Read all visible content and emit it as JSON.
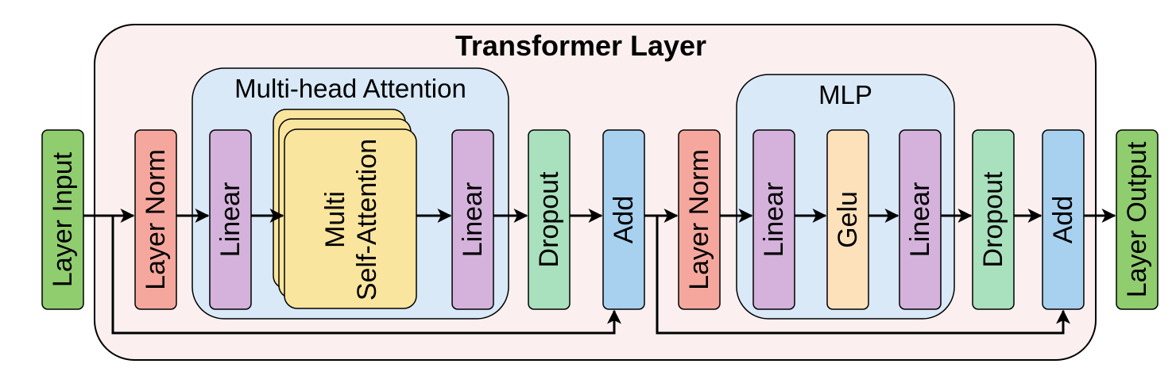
{
  "title": "Transformer Layer",
  "groups": {
    "attention": "Multi-head Attention",
    "mlp": "MLP"
  },
  "blocks": {
    "layer_input": "Layer Input",
    "layer_norm_1": "Layer Norm",
    "linear_1": "Linear",
    "self_attention_line1": "Multi",
    "self_attention_line2": "Self-Attention",
    "linear_2": "Linear",
    "dropout_1": "Dropout",
    "add_1": "Add",
    "layer_norm_2": "Layer Norm",
    "linear_3": "Linear",
    "gelu": "Gelu",
    "linear_4": "Linear",
    "dropout_2": "Dropout",
    "add_2": "Add",
    "layer_output": "Layer Output"
  },
  "colors": {
    "io": "#8fcd6f",
    "layer_norm": "#f5a79e",
    "linear": "#d4b2db",
    "attention": "#fae59e",
    "dropout": "#a9e0bd",
    "add": "#a8d0ef",
    "gelu": "#fde1bb",
    "group_bg": "#d9e9f8",
    "outer_bg": "#fbf0ef"
  }
}
